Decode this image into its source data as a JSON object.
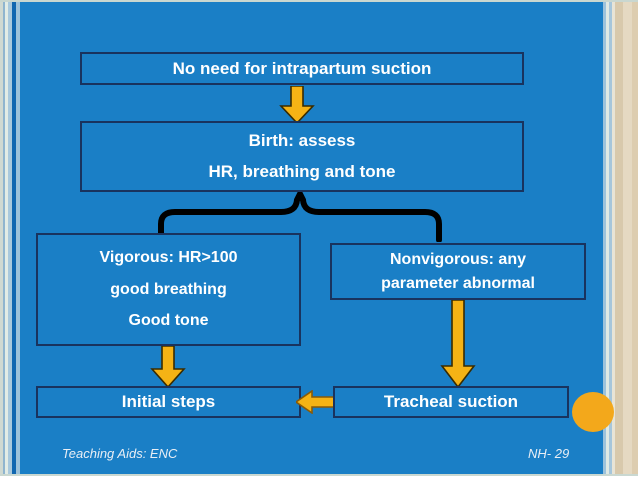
{
  "slide": {
    "background_color": "#1a7fc6",
    "box_border_color": "#19335e",
    "text_color": "#ffffff",
    "arrow_color": "#f5b315",
    "arrow_outline_color": "#3a2c00",
    "accent_circle_color": "#f3a81b"
  },
  "flowchart": {
    "title_box": {
      "name": "no-need-intrapartum-suction",
      "text": "No need for intrapartum suction"
    },
    "assess_box": {
      "name": "birth-assess",
      "line1": "Birth: assess",
      "line2": "HR, breathing and tone"
    },
    "vigorous_box": {
      "name": "vigorous",
      "line1": "Vigorous: HR>100",
      "line2": "good breathing",
      "line3": "Good tone"
    },
    "nonvigorous_box": {
      "name": "nonvigorous",
      "line1": "Nonvigorous: any",
      "line2": "parameter abnormal"
    },
    "initial_steps_box": {
      "name": "initial-steps",
      "text": "Initial steps"
    },
    "tracheal_suction_box": {
      "name": "tracheal-suction",
      "text": "Tracheal suction"
    },
    "connectors": [
      {
        "name": "arrow-down-to-assess",
        "icon": "arrow-down-icon"
      },
      {
        "name": "brace-split",
        "icon": "curly-brace-up-icon"
      },
      {
        "name": "arrow-down-to-initial-steps",
        "icon": "arrow-down-icon"
      },
      {
        "name": "arrow-down-to-tracheal-suction",
        "icon": "arrow-down-icon"
      },
      {
        "name": "arrow-left-tracheal-to-initial",
        "icon": "arrow-left-icon"
      }
    ]
  },
  "footer": {
    "left": "Teaching Aids: ENC",
    "right": "NH-  29"
  }
}
